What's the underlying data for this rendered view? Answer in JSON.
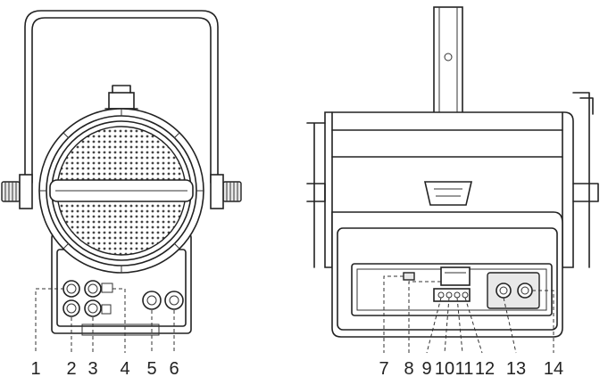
{
  "callouts": {
    "front": [
      "1",
      "2",
      "3",
      "4",
      "5",
      "6"
    ],
    "rear": [
      "7",
      "8",
      "9",
      "10",
      "11",
      "12",
      "13",
      "14"
    ]
  }
}
